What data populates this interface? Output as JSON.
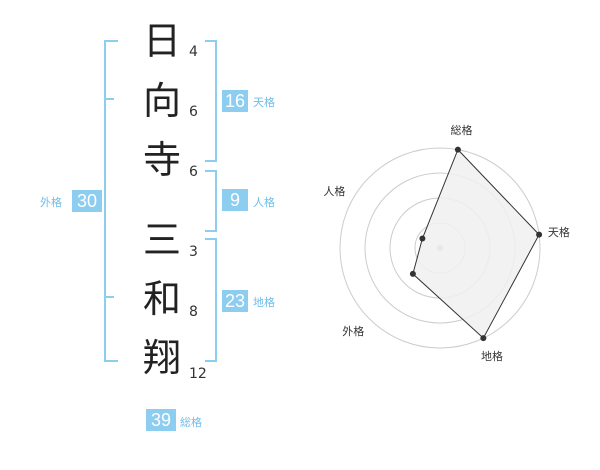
{
  "name": {
    "characters": [
      {
        "char": "日",
        "strokes": "4"
      },
      {
        "char": "向",
        "strokes": "6"
      },
      {
        "char": "寺",
        "strokes": "6"
      },
      {
        "char": "三",
        "strokes": "3"
      },
      {
        "char": "和",
        "strokes": "8"
      },
      {
        "char": "翔",
        "strokes": "12"
      }
    ]
  },
  "fortune": {
    "tenkaku": {
      "value": "16",
      "label": "天格"
    },
    "jinkaku": {
      "value": "9",
      "label": "人格"
    },
    "chikaku": {
      "value": "23",
      "label": "地格"
    },
    "gaikaku": {
      "value": "30",
      "label": "外格"
    },
    "soukaku": {
      "value": "39",
      "label": "総格"
    }
  },
  "chart_data": {
    "type": "radar",
    "axes": [
      "総格",
      "天格",
      "地格",
      "外格",
      "人格"
    ],
    "values": [
      4,
      4,
      4,
      1.5,
      0.8
    ],
    "max": 4,
    "rings": 4,
    "colors": {
      "fill": "#f0f0f0",
      "line": "#333333",
      "ring": "#cccccc",
      "accent": "#8dcdf0"
    }
  }
}
